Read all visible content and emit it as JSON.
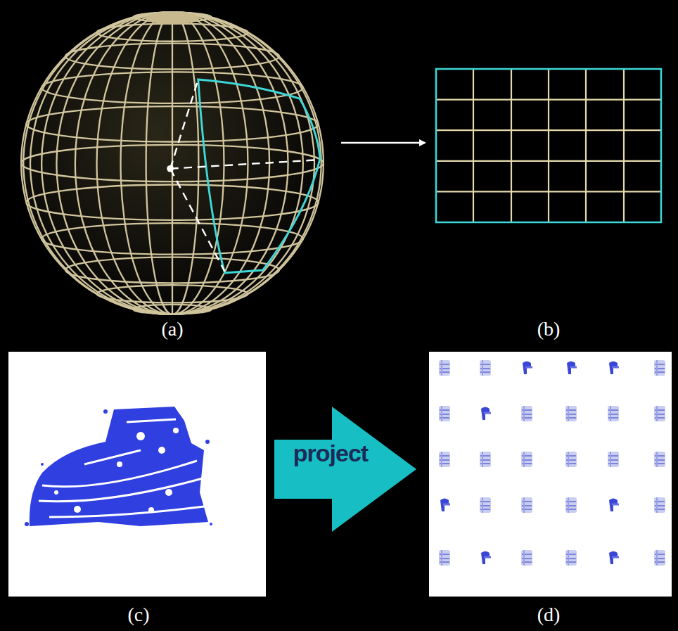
{
  "diagram": {
    "nodes": [
      {
        "text": [
          "project"
        ]
      }
    ],
    "labels": [
      "(a)",
      "(b)",
      "(c)",
      "(d)"
    ]
  }
}
